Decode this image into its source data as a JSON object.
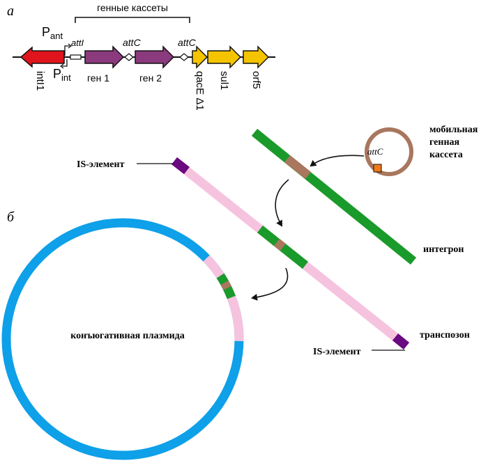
{
  "panel_a": {
    "label": "а",
    "bracket_label": "генные кассеты",
    "promoter_ant": "P",
    "promoter_ant_sub": "ant",
    "promoter_int": "P",
    "promoter_int_sub": "int",
    "site_attI": "attI",
    "site_attC_1": "attC",
    "site_attC_2": "attC",
    "gene_intI1": "intI1",
    "gene_1": "ген 1",
    "gene_2": "ген 2",
    "gene_qacE": "qacE Δ1",
    "gene_sul1": "sul1",
    "gene_orf5": "orf5",
    "colors": {
      "intI1": "#e0141c",
      "cassette": "#8b3a7e",
      "resistance": "#f5c400"
    }
  },
  "panel_b": {
    "label": "б",
    "mobile_cassette_label": [
      "мобильная",
      "генная",
      "кассета"
    ],
    "cassette_site": "attC",
    "integron_label": "интегрон",
    "transposon_label": "транспозон",
    "is_element_top": "IS-элемент",
    "is_element_bottom": "IS-элемент",
    "plasmid_label": "конъюгативная плазмида",
    "colors": {
      "integron": "#1a9a2a",
      "cassette": "#a8775e",
      "transposon": "#f6c3df",
      "is_element": "#6a0a80",
      "plasmid": "#0ea0e8",
      "attC_marker": "#f07a1a"
    }
  }
}
